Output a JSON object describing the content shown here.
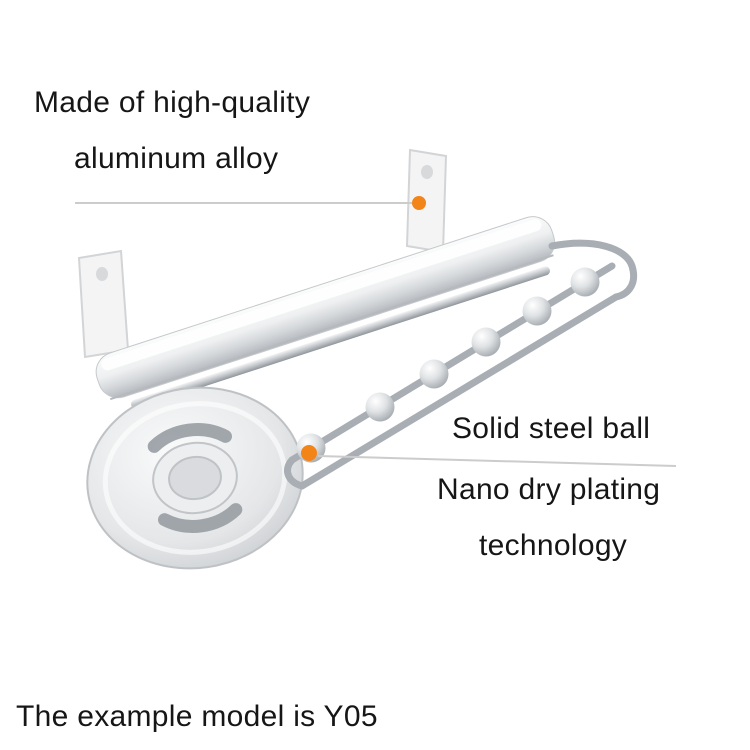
{
  "annotations": {
    "material": {
      "line1": "Made of high-quality",
      "line2": "aluminum alloy"
    },
    "steel_ball": {
      "label": "Solid steel ball"
    },
    "plating": {
      "line1": "Nano dry plating",
      "line2": "technology"
    },
    "model_note": "The example model is Y05"
  },
  "colors": {
    "accent_orange": "#f28418",
    "leader_line": "#cccccc",
    "text": "#161616"
  },
  "illustration": {
    "subject": "wall-mounted-aluminum-rack-with-steel-balls",
    "steel_ball_count": 6
  }
}
